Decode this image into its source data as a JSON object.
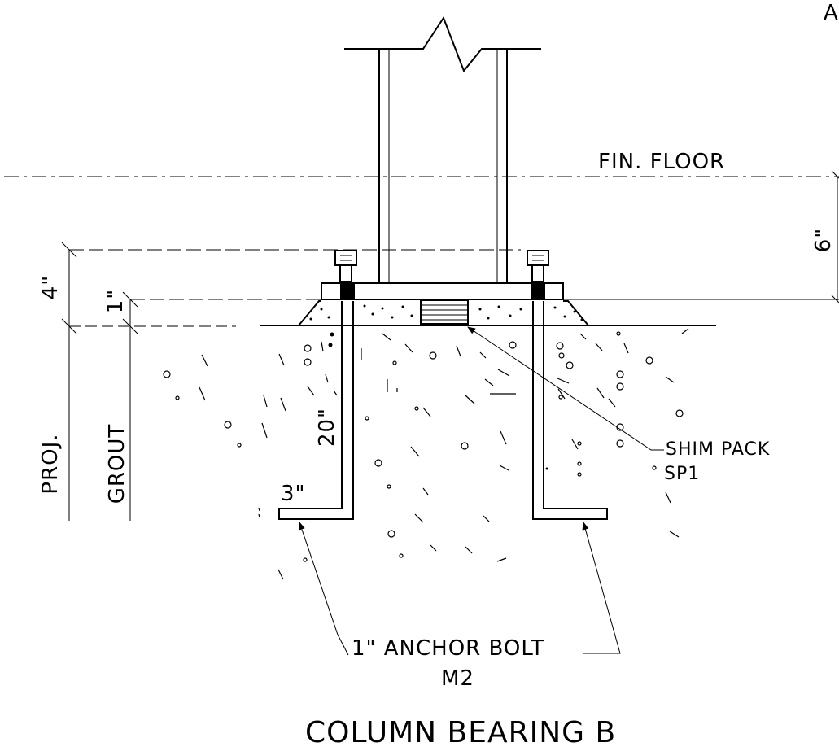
{
  "corner_mark": "A",
  "labels": {
    "fin_floor": "FIN. FLOOR",
    "dim_six": "6\"",
    "dim_four": "4\"",
    "dim_one": "1\"",
    "dim_twenty": "20\"",
    "dim_three": "3\"",
    "proj": "PROJ.",
    "grout": "GROUT",
    "shim_pack": "SHIM PACK",
    "sp1": "SP1",
    "anchor_bolt": "1\" ANCHOR BOLT",
    "m2": "M2",
    "title": "COLUMN BEARING B"
  },
  "colors": {
    "line": "#000000",
    "background": "#ffffff"
  }
}
